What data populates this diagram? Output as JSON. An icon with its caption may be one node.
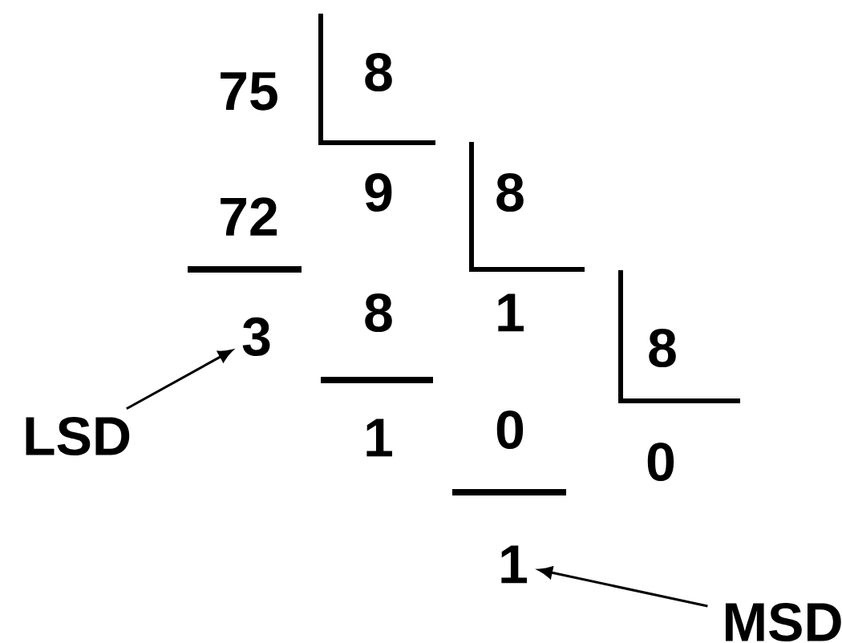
{
  "diagram": {
    "nodes": [
      {
        "text": [
          "LSD"
        ]
      },
      {
        "text": [
          "3"
        ]
      },
      {
        "text": [
          "1"
        ]
      },
      {
        "text": [
          "MSD"
        ]
      }
    ],
    "edges": [
      {
        "from": 0,
        "to": 1,
        "arrow": "to"
      },
      {
        "from": 3,
        "to": 2,
        "arrow": "to"
      }
    ],
    "labels": [
      "75",
      "8",
      "72",
      "9",
      "8",
      "8",
      "1",
      "8",
      "1",
      "0",
      "0"
    ]
  }
}
